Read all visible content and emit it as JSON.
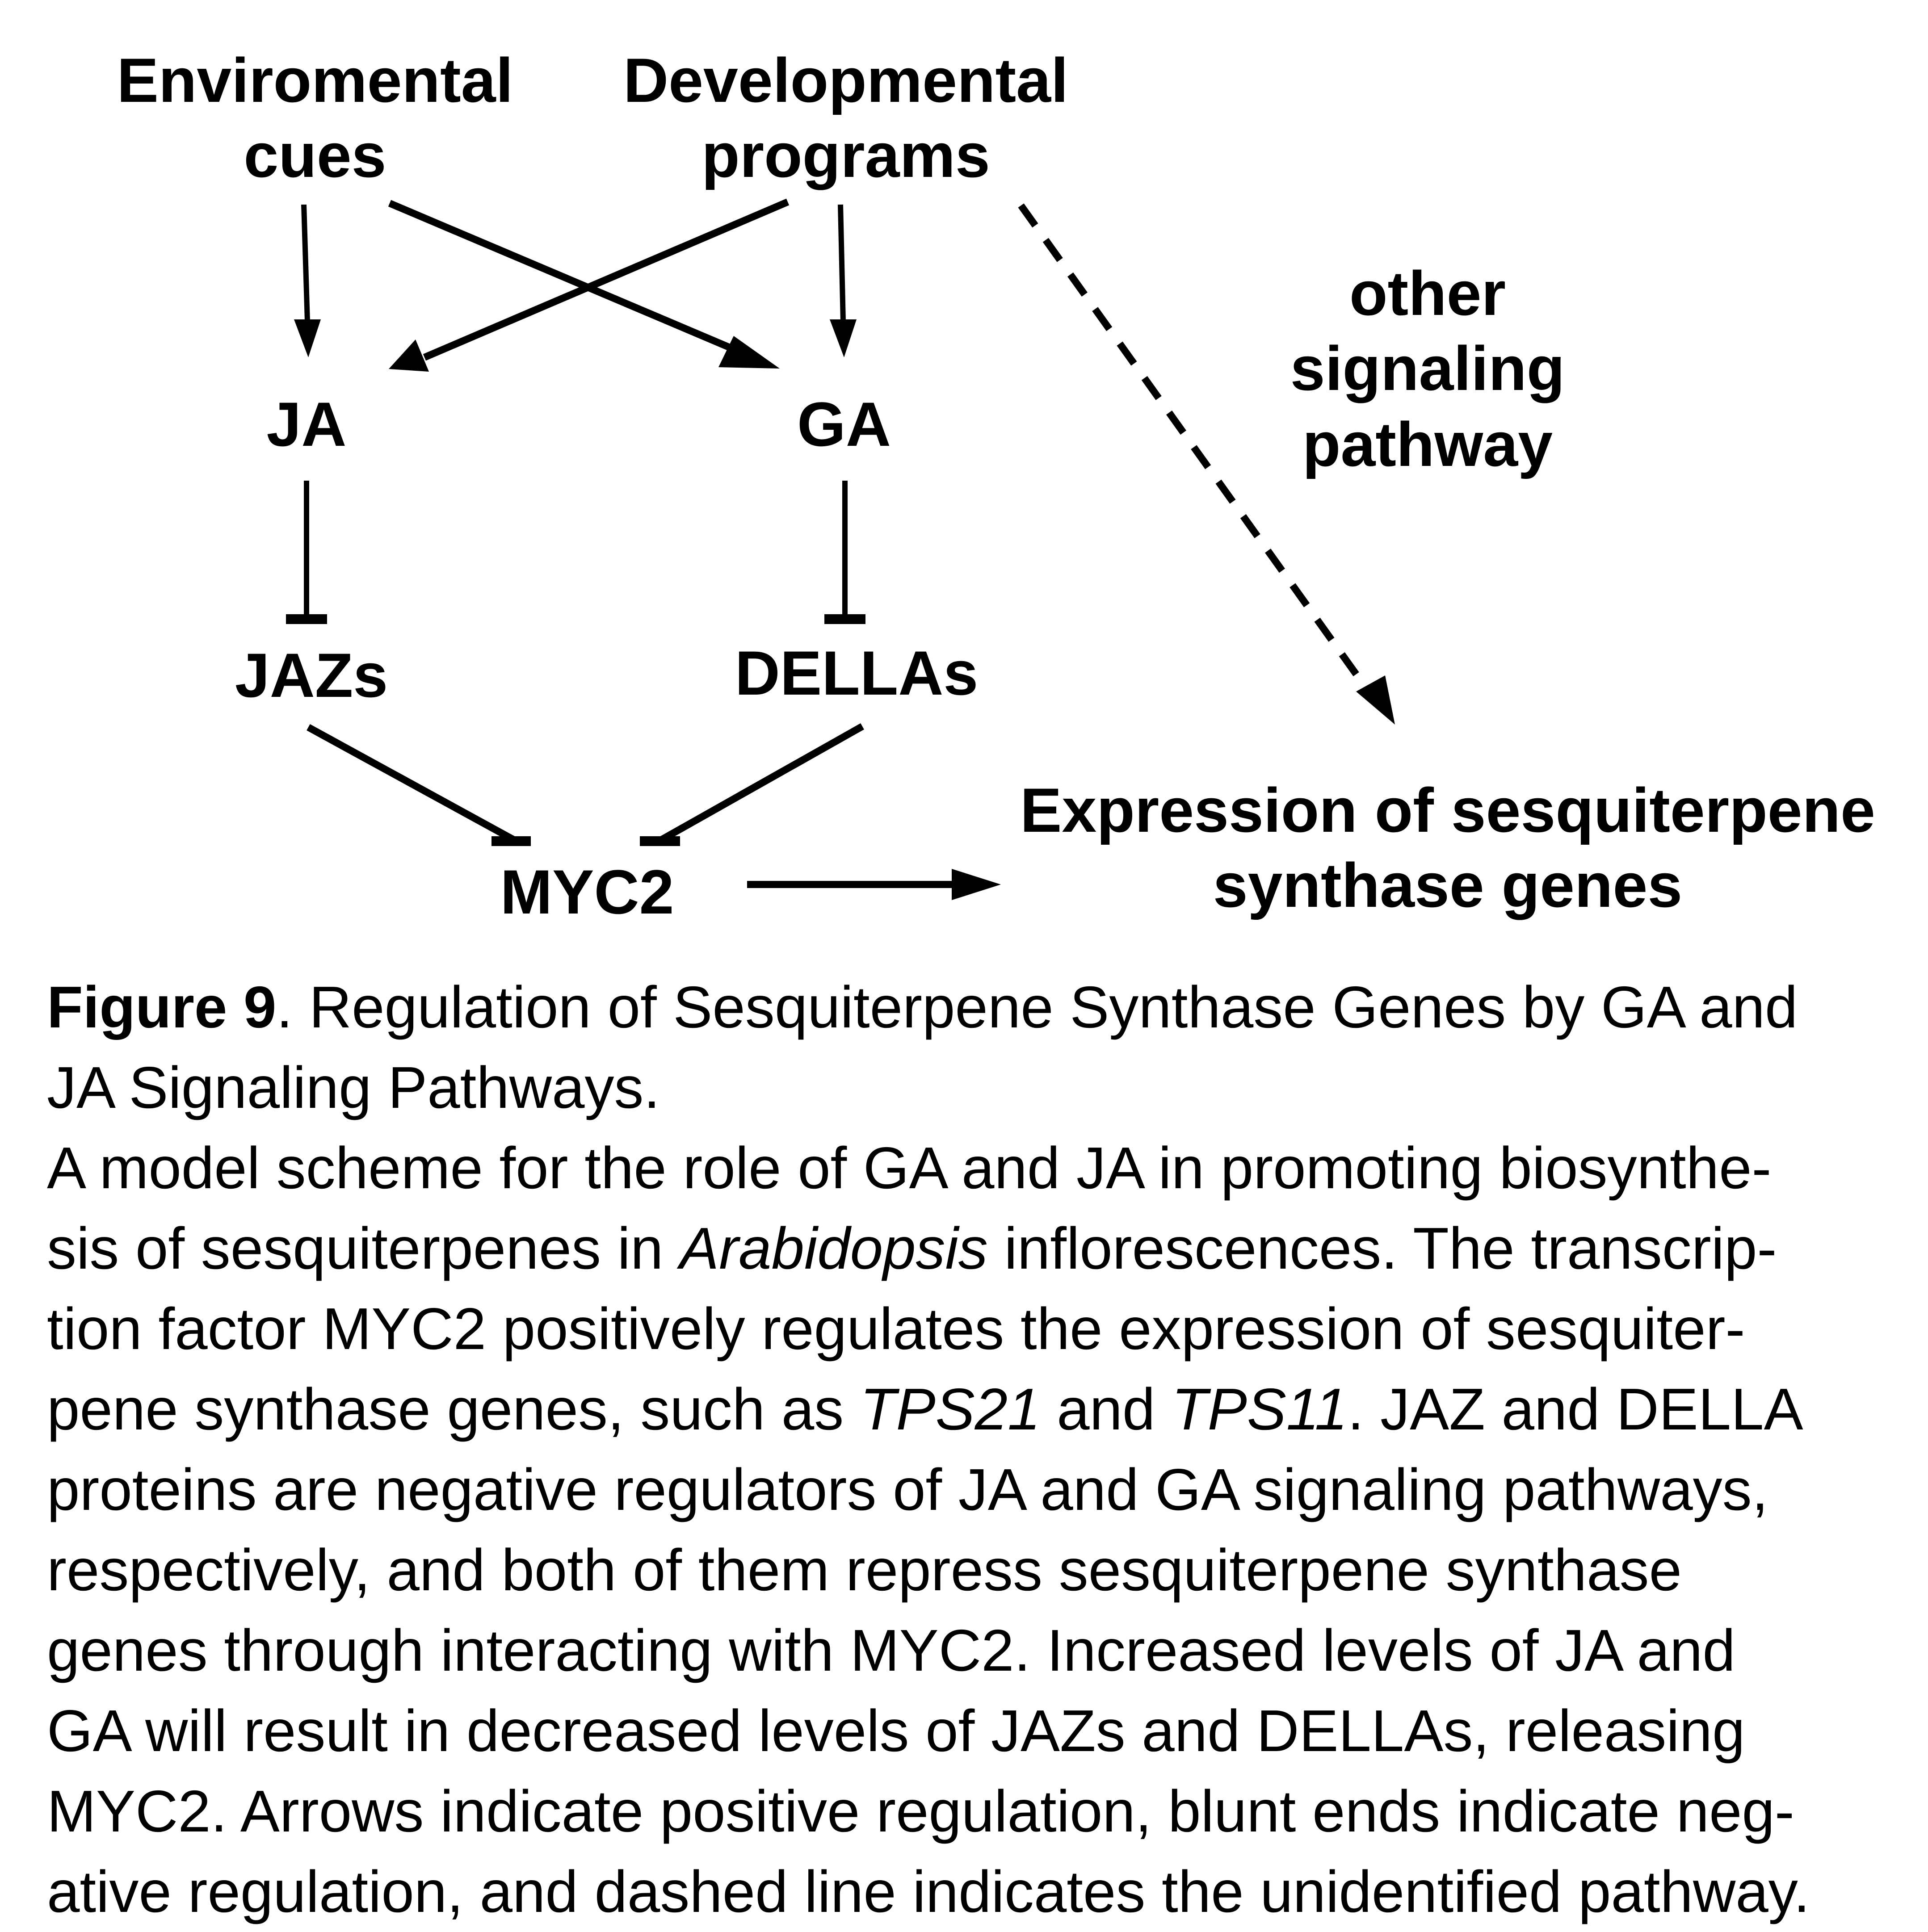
{
  "diagram": {
    "nodes": {
      "env": {
        "line1": "Enviromental",
        "line2": "cues"
      },
      "dev": {
        "line1": "Developmental",
        "line2": "programs"
      },
      "ja": "JA",
      "ga": "GA",
      "jazs": "JAZs",
      "dellas": "DELLAs",
      "myc2": "MYC2",
      "other": {
        "line1": "other",
        "line2": "signaling",
        "line3": "pathway"
      },
      "expression": {
        "line1": "Expression of sesquiterpene",
        "line2": "synthase genes"
      }
    },
    "edges": [
      {
        "from": "Enviromental cues",
        "to": "JA",
        "type": "activation"
      },
      {
        "from": "Enviromental cues",
        "to": "GA",
        "type": "activation"
      },
      {
        "from": "Developmental programs",
        "to": "JA",
        "type": "activation"
      },
      {
        "from": "Developmental programs",
        "to": "GA",
        "type": "activation"
      },
      {
        "from": "Developmental programs",
        "to": "Expression of sesquiterpene synthase genes",
        "type": "activation-dashed"
      },
      {
        "from": "JA",
        "to": "JAZs",
        "type": "inhibition"
      },
      {
        "from": "GA",
        "to": "DELLAs",
        "type": "inhibition"
      },
      {
        "from": "JAZs",
        "to": "MYC2",
        "type": "inhibition"
      },
      {
        "from": "DELLAs",
        "to": "MYC2",
        "type": "inhibition"
      },
      {
        "from": "MYC2",
        "to": "Expression of sesquiterpene synthase genes",
        "type": "activation"
      }
    ]
  },
  "caption": {
    "label": "Figure 9",
    "title_rest": ". Regulation of Sesquiterpene Synthase Genes by GA and",
    "title_line2": "JA Signaling Pathways.",
    "l3": "A model scheme for the role of GA and JA in promoting biosynthe-",
    "l4a": "sis of sesquiterpenes in ",
    "l4_it": "Arabidopsis",
    "l4b": " inflorescences. The transcrip-",
    "l5": "tion factor MYC2 positively regulates the expression of sesquiter-",
    "l6a": "pene synthase genes, such as ",
    "l6_it1": "TPS21",
    "l6b": " and ",
    "l6_it2": "TPS11",
    "l6c": ". JAZ and DELLA",
    "l7": "proteins are negative regulators of JA and GA signaling pathways,",
    "l8": "respectively, and both of them repress sesquiterpene synthase",
    "l9": "genes through interacting with MYC2. Increased levels of JA and",
    "l10": "GA will result in decreased levels of JAZs and DELLAs, releasing",
    "l11": "MYC2. Arrows indicate positive regulation, blunt ends indicate neg-",
    "l12": "ative regulation, and dashed line indicates the unidentified pathway."
  }
}
